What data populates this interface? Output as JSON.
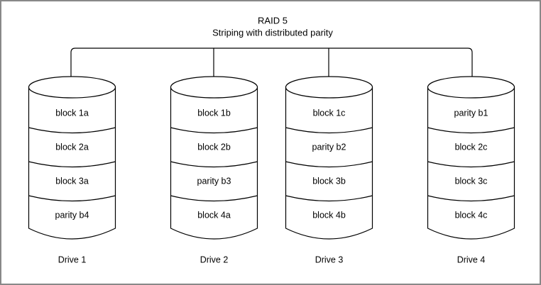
{
  "diagram": {
    "title_line1": "RAID 5",
    "title_line2": "Striping with distributed parity",
    "accent_color": "#000000",
    "frame_color": "#888888",
    "background_color": "#ffffff",
    "drives": [
      {
        "label": "Drive 1",
        "blocks": [
          "block 1a",
          "block 2a",
          "block 3a",
          "parity b4"
        ]
      },
      {
        "label": "Drive 2",
        "blocks": [
          "block 1b",
          "block 2b",
          "parity b3",
          "block 4a"
        ]
      },
      {
        "label": "Drive 3",
        "blocks": [
          "block 1c",
          "parity b2",
          "block 3b",
          "block 4b"
        ]
      },
      {
        "label": "Drive 4",
        "blocks": [
          "parity b1",
          "block 2c",
          "block 3c",
          "block 4c"
        ]
      }
    ]
  }
}
